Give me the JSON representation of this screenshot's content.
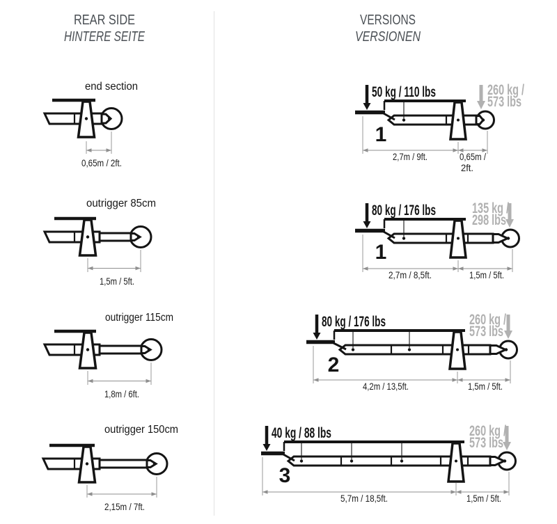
{
  "header_left": {
    "title": "REAR SIDE",
    "subtitle": "HINTERE SEITE"
  },
  "header_right": {
    "title": "VERSIONS",
    "subtitle": "VERSIONEN"
  },
  "rear_side": {
    "items": [
      {
        "title": "end section",
        "dimension": "0,65m / 2ft."
      },
      {
        "title": "outrigger 85cm",
        "dimension": "1,5m / 5ft."
      },
      {
        "title": "outrigger 115cm",
        "dimension": "1,8m / 6ft."
      },
      {
        "title": "outrigger 150cm",
        "dimension": "2,15m / 7ft."
      }
    ]
  },
  "versions": {
    "items": [
      {
        "number": "1",
        "load_main": "50 kg / 110 lbs",
        "load_end_line1": "260 kg /",
        "load_end_line2": "573 lbs",
        "dim_main": "2,7m / 9ft.",
        "dim_end_line1": "0,65m /",
        "dim_end_line2": "2ft."
      },
      {
        "number": "1",
        "load_main": "80 kg / 176 lbs",
        "load_end_line1": "135 kg /",
        "load_end_line2": "298 lbs",
        "dim_main": "2,7m / 8,5ft.",
        "dim_end": "1,5m / 5ft."
      },
      {
        "number": "2",
        "load_main": "80 kg / 176 lbs",
        "load_end_line1": "260 kg /",
        "load_end_line2": "573 lbs",
        "dim_main": "4,2m / 13,5ft.",
        "dim_end": "1,5m / 5ft."
      },
      {
        "number": "3",
        "load_main": "40 kg / 88 lbs",
        "load_end_line1": "260 kg /",
        "load_end_line2": "573 lbs",
        "dim_main": "5,7m / 18,5ft.",
        "dim_end": "1,5m / 5ft."
      }
    ]
  },
  "colors": {
    "ink": "#141414",
    "gray_load": "#b1b1b1",
    "dim_line": "#8f8f8f",
    "heading": "#4a4f54",
    "divider": "#e2e2e2"
  }
}
